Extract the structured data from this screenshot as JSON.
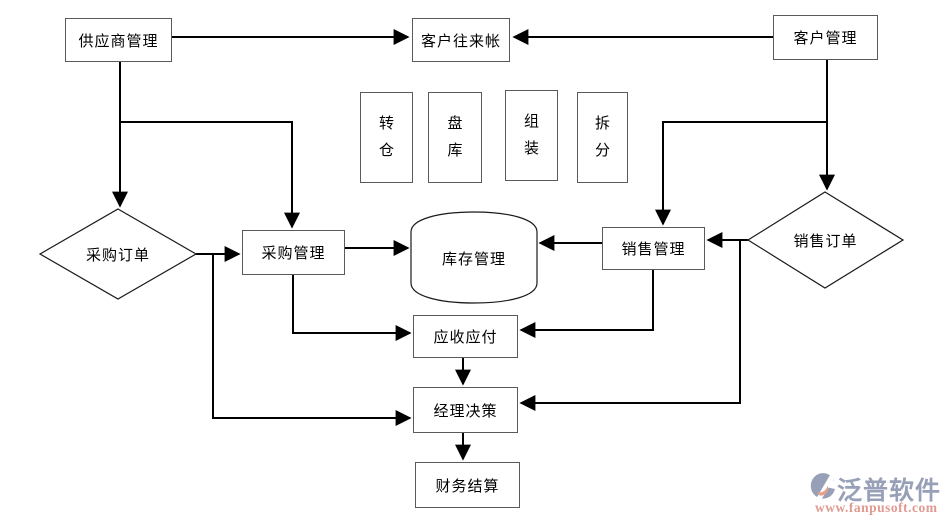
{
  "diagram": {
    "description": "ERP purchase-sales-inventory flow diagram",
    "nodes": {
      "supplier_mgmt": {
        "label": "供应商管理",
        "type": "process"
      },
      "customer_accounts": {
        "label": "客户往来帐",
        "type": "process"
      },
      "customer_mgmt": {
        "label": "客户管理",
        "type": "process"
      },
      "transfer": {
        "label": "转仓",
        "type": "process-vertical"
      },
      "stocktake": {
        "label": "盘库",
        "type": "process-vertical"
      },
      "assembly": {
        "label": "组装",
        "type": "process-vertical"
      },
      "split": {
        "label": "拆分",
        "type": "process-vertical"
      },
      "purchase_order": {
        "label": "采购订单",
        "type": "decision-diamond"
      },
      "purchase_mgmt": {
        "label": "采购管理",
        "type": "process"
      },
      "inventory_mgmt": {
        "label": "库存管理",
        "type": "stored-data-drum"
      },
      "sales_mgmt": {
        "label": "销售管理",
        "type": "process"
      },
      "sales_order": {
        "label": "销售订单",
        "type": "decision-diamond"
      },
      "receivables_payables": {
        "label": "应收应付",
        "type": "process"
      },
      "manager_decision": {
        "label": "经理决策",
        "type": "process"
      },
      "financial_settlement": {
        "label": "财务结算",
        "type": "process"
      }
    },
    "edges": [
      {
        "from": "supplier_mgmt",
        "to": "customer_accounts"
      },
      {
        "from": "customer_mgmt",
        "to": "customer_accounts"
      },
      {
        "from": "supplier_mgmt",
        "to": "purchase_order"
      },
      {
        "from": "supplier_mgmt",
        "to": "purchase_mgmt"
      },
      {
        "from": "customer_mgmt",
        "to": "sales_order"
      },
      {
        "from": "customer_mgmt",
        "to": "sales_mgmt"
      },
      {
        "from": "purchase_order",
        "to": "purchase_mgmt"
      },
      {
        "from": "purchase_order",
        "to": "manager_decision"
      },
      {
        "from": "purchase_mgmt",
        "to": "inventory_mgmt"
      },
      {
        "from": "sales_mgmt",
        "to": "inventory_mgmt"
      },
      {
        "from": "sales_order",
        "to": "sales_mgmt"
      },
      {
        "from": "sales_order",
        "to": "manager_decision"
      },
      {
        "from": "purchase_mgmt",
        "to": "receivables_payables"
      },
      {
        "from": "sales_mgmt",
        "to": "receivables_payables"
      },
      {
        "from": "receivables_payables",
        "to": "manager_decision"
      },
      {
        "from": "manager_decision",
        "to": "financial_settlement"
      }
    ],
    "line_color": "#000000",
    "box_border_color": "#5a5a5a"
  },
  "watermark": {
    "brand": "泛普软件",
    "url": "www.fanpusoft.com",
    "brand_color": "#98a0b8",
    "url_color": "#e09a91"
  }
}
